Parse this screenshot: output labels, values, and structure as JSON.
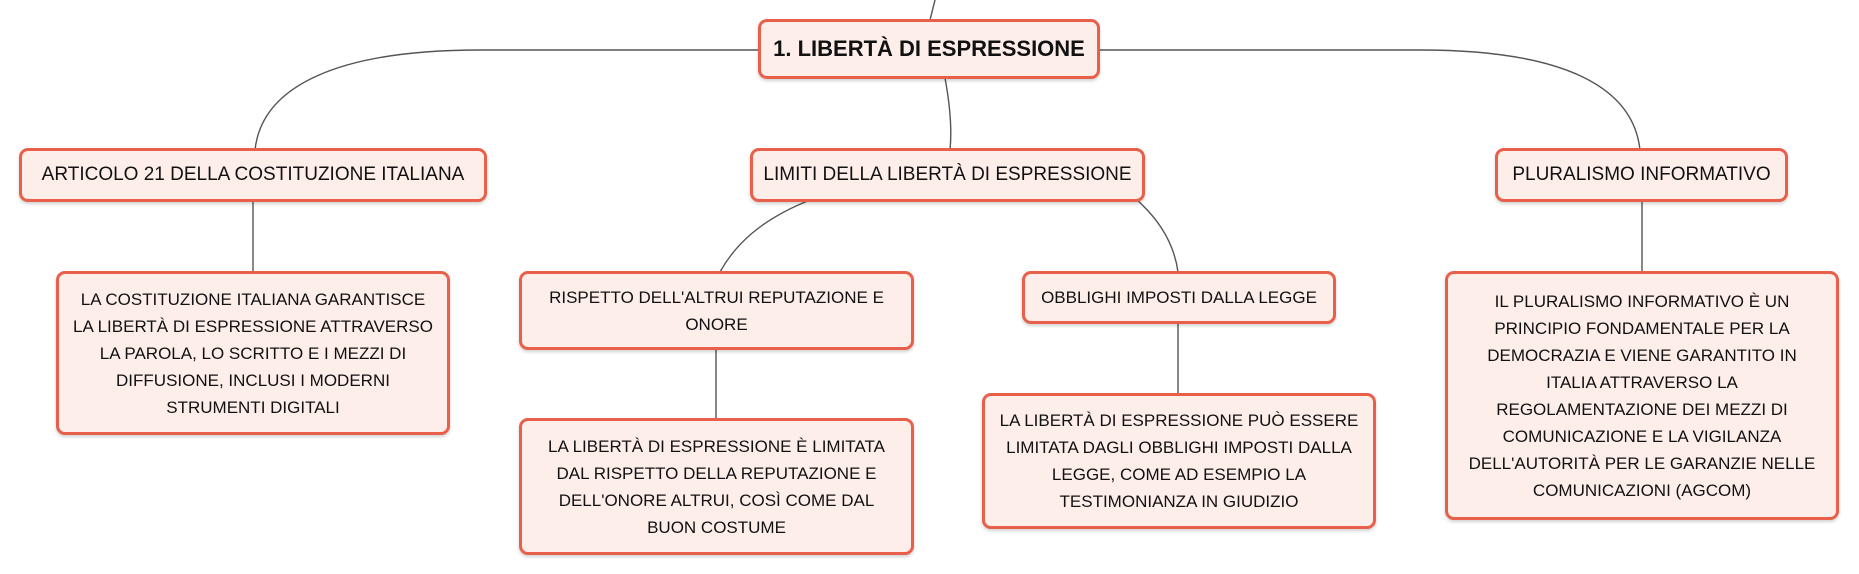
{
  "root": {
    "label": "1. LIBERTÀ DI ESPRESSIONE"
  },
  "topics": {
    "articolo": {
      "label": "ARTICOLO 21 DELLA COSTITUZIONE ITALIANA",
      "detail": "LA COSTITUZIONE ITALIANA GARANTISCE LA LIBERTÀ DI ESPRESSIONE ATTRAVERSO LA PAROLA, LO SCRITTO E I MEZZI DI DIFFUSIONE, INCLUSI I MODERNI STRUMENTI DIGITALI"
    },
    "limiti": {
      "label": "LIMITI DELLA LIBERTÀ DI ESPRESSIONE",
      "rispetto": {
        "label": "RISPETTO DELL'ALTRUI REPUTAZIONE E ONORE",
        "detail": "LA LIBERTÀ DI ESPRESSIONE È LIMITATA DAL RISPETTO DELLA REPUTAZIONE E DELL'ONORE ALTRUI, COSÌ COME DAL BUON COSTUME"
      },
      "obblighi": {
        "label": "OBBLIGHI IMPOSTI DALLA LEGGE",
        "detail": "LA LIBERTÀ DI ESPRESSIONE PUÒ ESSERE LIMITATA DAGLI OBBLIGHI IMPOSTI DALLA LEGGE, COME AD ESEMPIO LA TESTIMONIANZA IN GIUDIZIO"
      }
    },
    "pluralismo": {
      "label": "PLURALISMO INFORMATIVO",
      "detail": "IL PLURALISMO INFORMATIVO È UN PRINCIPIO FONDAMENTALE PER LA DEMOCRAZIA E VIENE GARANTITO IN ITALIA ATTRAVERSO LA REGOLAMENTAZIONE DEI MEZZI DI COMUNICAZIONE E LA VIGILANZA DELL'AUTORITÀ PER LE GARANZIE NELLE COMUNICAZIONI (AGCOM)"
    }
  },
  "colors": {
    "node_border": "#e8604a",
    "node_fill": "#fdeeea",
    "connector": "#555555",
    "text": "#111111"
  }
}
